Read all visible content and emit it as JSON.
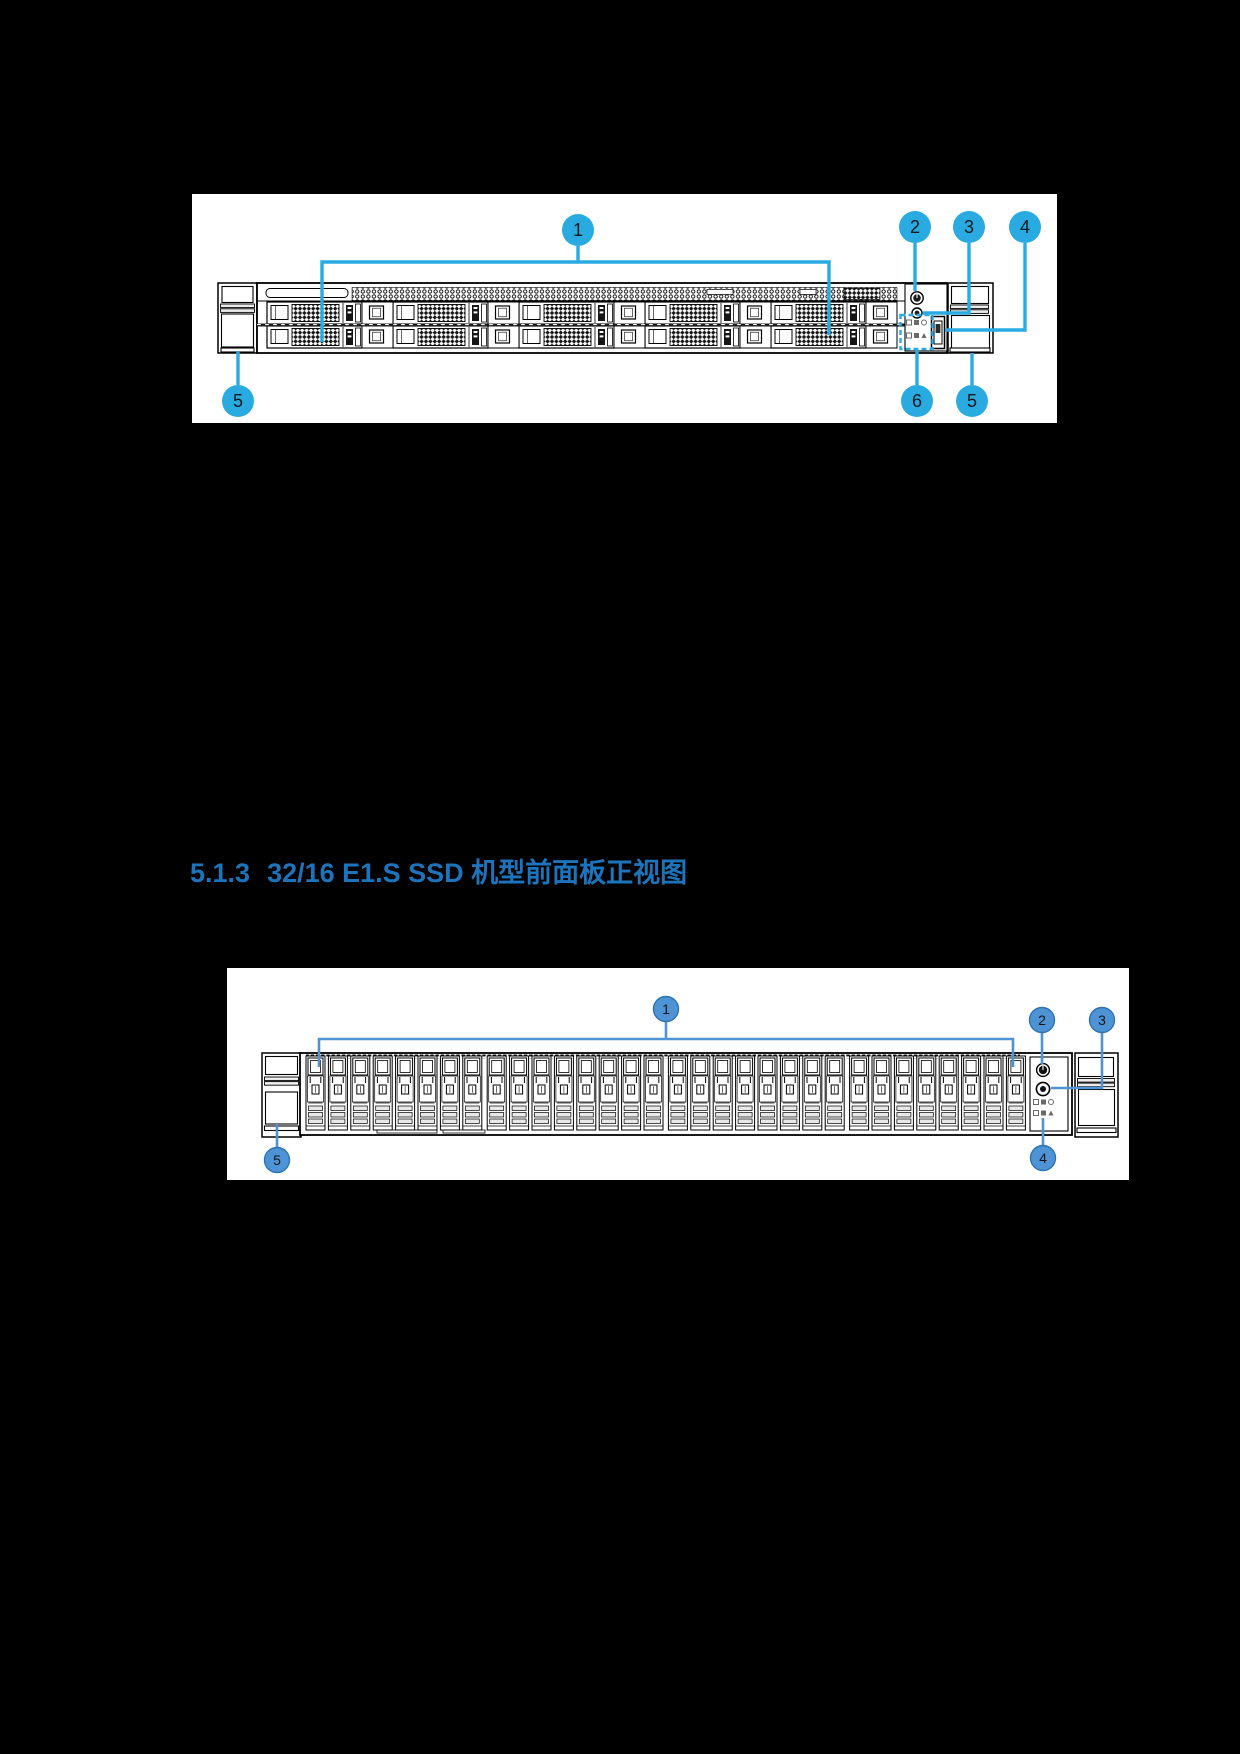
{
  "heading": {
    "number": "5.1.3",
    "title": "32/16 E1.S SSD 机型前面板正视图"
  },
  "colors": {
    "page_bg": "#000000",
    "panel_bg": "#FFFFFF",
    "heading_blue": "#1B74BC",
    "figure1_accent": "#29ABE2",
    "figure2_accent": "#4E94D4",
    "figure2_accent_border": "#2C74B3",
    "line_art": "#000000"
  },
  "figure1": {
    "drive_columns": 5,
    "drive_rows": 2,
    "callouts": {
      "c1": "1",
      "c2": "2",
      "c3": "3",
      "c4": "4",
      "c5_left": "5",
      "c5_right": "5",
      "c6": "6"
    }
  },
  "figure2": {
    "drive_count": 32,
    "callouts": {
      "c1": "1",
      "c2": "2",
      "c3": "3",
      "c4": "4",
      "c5": "5"
    }
  }
}
